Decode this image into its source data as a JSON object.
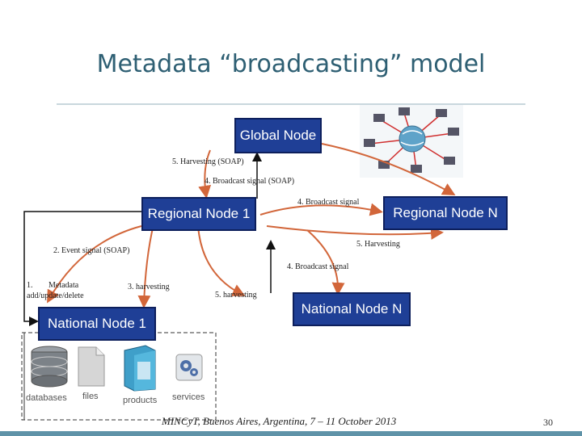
{
  "slide": {
    "title": "Metadata “broadcasting” model",
    "footer": "MINCyT, Buenos Aires, Argentina, 7 – 11 October 2013",
    "page_number": "30"
  },
  "nodes": {
    "global": "Global Node",
    "regional_1": "Regional Node 1",
    "regional_n": "Regional Node N",
    "national_1": "National Node 1",
    "national_n": "National Node N"
  },
  "labels": {
    "harvesting_soap_top": "5. Harvesting (SOAP)",
    "broadcast_soap": "4. Broadcast signal (SOAP)",
    "broadcast_regional": "4. Broadcast signal",
    "harvesting_regional": "5. Harvesting",
    "event_signal": "2. Event signal (SOAP)",
    "broadcast_national": "4. Broadcast signal",
    "metadata_num": "1.",
    "metadata_line1": "Metadata",
    "metadata_line2": "add/update/delete",
    "harvesting_3": "3. harvesting",
    "harvesting_5": "5. harvesting"
  },
  "repository": {
    "databases": "databases",
    "files": "files",
    "products": "products",
    "services": "services"
  },
  "colors": {
    "node_fill": "#1f3f96",
    "arrow": "#d2663a",
    "title": "#2e5f73"
  }
}
